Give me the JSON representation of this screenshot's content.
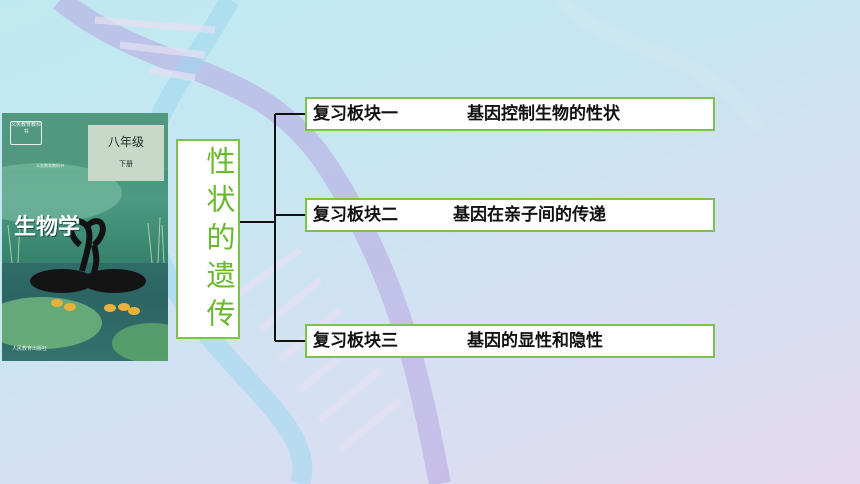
{
  "cover": {
    "title": "生物学",
    "grade": "八年级",
    "volume": "下册",
    "badge": "义务教育教科书",
    "note": "义务教育教科书",
    "publisher": "人民教育出版社"
  },
  "center_title": "性状的遗传",
  "modules": [
    {
      "label": "复习板块一",
      "text": "基因控制生物的性状"
    },
    {
      "label": "复习板块二",
      "text": "基因在亲子间的传递"
    },
    {
      "label": "复习板块三",
      "text": "基因的显性和隐性"
    }
  ],
  "colors": {
    "accent_green": "#7cc24c",
    "title_green": "#6ab82e",
    "background": "#c7e6f2"
  }
}
